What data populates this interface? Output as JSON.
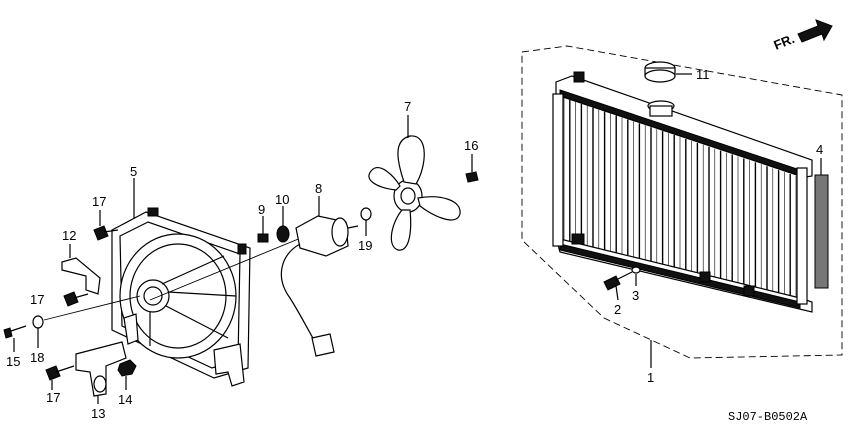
{
  "diagram": {
    "front_marker": "FR.",
    "drawing_code": "SJ07-B0502A",
    "callouts": [
      "1",
      "2",
      "3",
      "4",
      "5",
      "7",
      "8",
      "9",
      "10",
      "11",
      "12",
      "13",
      "14",
      "15",
      "16",
      "17",
      "17",
      "17",
      "18",
      "19"
    ]
  }
}
